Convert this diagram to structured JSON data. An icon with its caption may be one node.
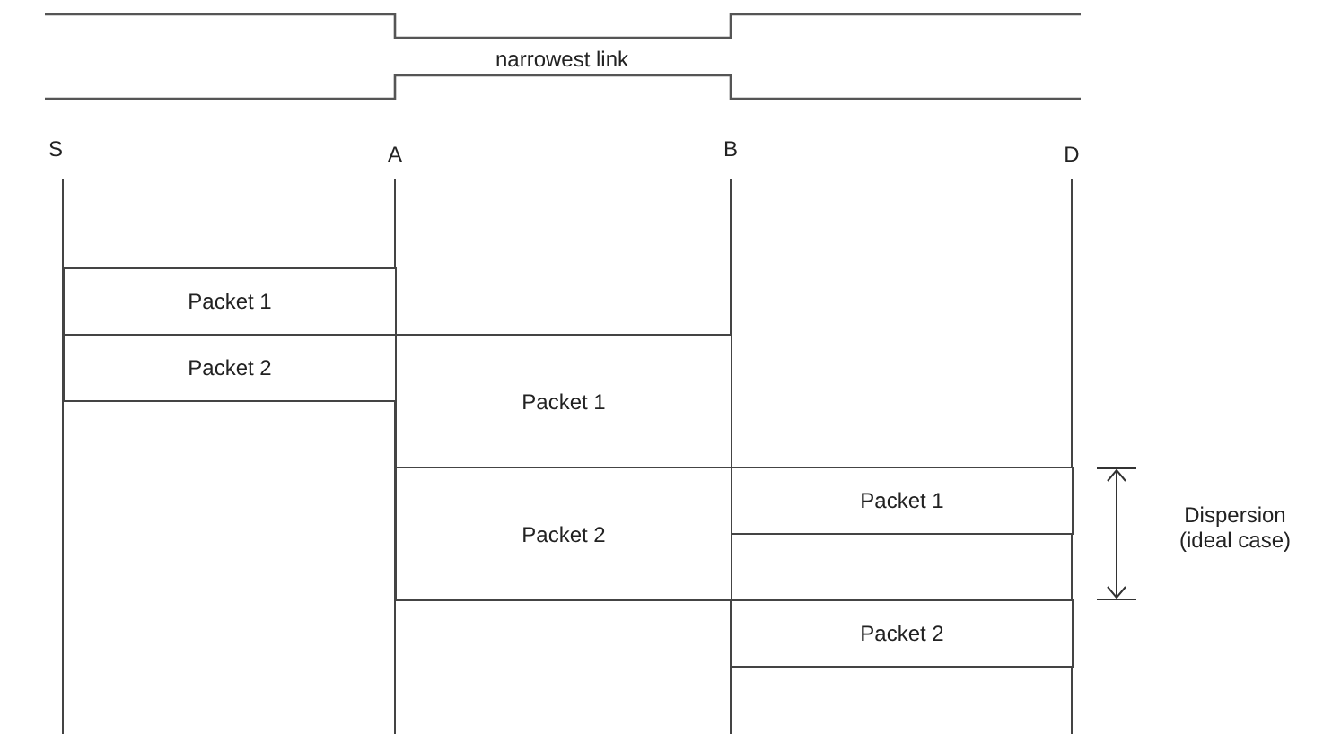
{
  "diagram": {
    "nodes": [
      {
        "text": [
          "Packet 1"
        ]
      },
      {
        "text": [
          "Packet 2"
        ]
      },
      {
        "text": [
          "Packet 1"
        ]
      },
      {
        "text": [
          "Packet 2"
        ]
      },
      {
        "text": [
          "Packet 1"
        ]
      },
      {
        "text": [
          "Packet 2"
        ]
      }
    ],
    "labels": [
      "narrowest link",
      "S",
      "A",
      "B",
      "D",
      "Dispersion (ideal case)"
    ]
  }
}
